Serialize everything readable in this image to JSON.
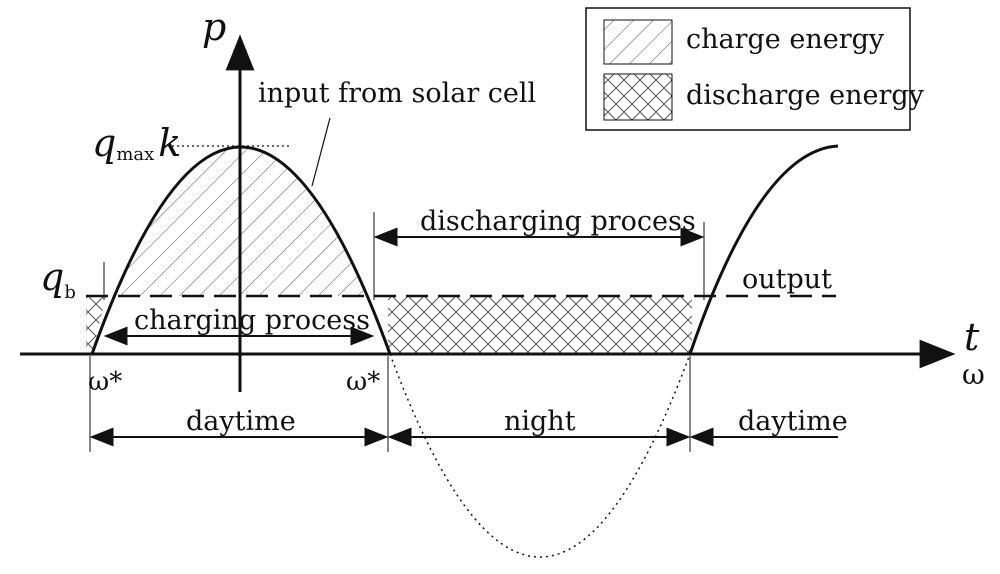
{
  "axes": {
    "y_label": "p",
    "x_label": "t",
    "x_label_secondary": "ω"
  },
  "levels": {
    "peak_symbol": "q",
    "peak_subscript": "max",
    "peak_factor": "k",
    "base_symbol": "q",
    "base_subscript": "b"
  },
  "annotations": {
    "input_curve": "input from solar cell",
    "output_line": "output",
    "charging": "charging process",
    "discharging": "discharging process",
    "omega_star_left": "ω*",
    "omega_star_right": "ω*"
  },
  "periods": {
    "first": "daytime",
    "second": "night",
    "third": "daytime"
  },
  "legend": {
    "charge": "charge energy",
    "discharge": "discharge energy"
  },
  "colors": {
    "stroke": "#111111",
    "hatch": "#555555",
    "background": "#ffffff"
  }
}
